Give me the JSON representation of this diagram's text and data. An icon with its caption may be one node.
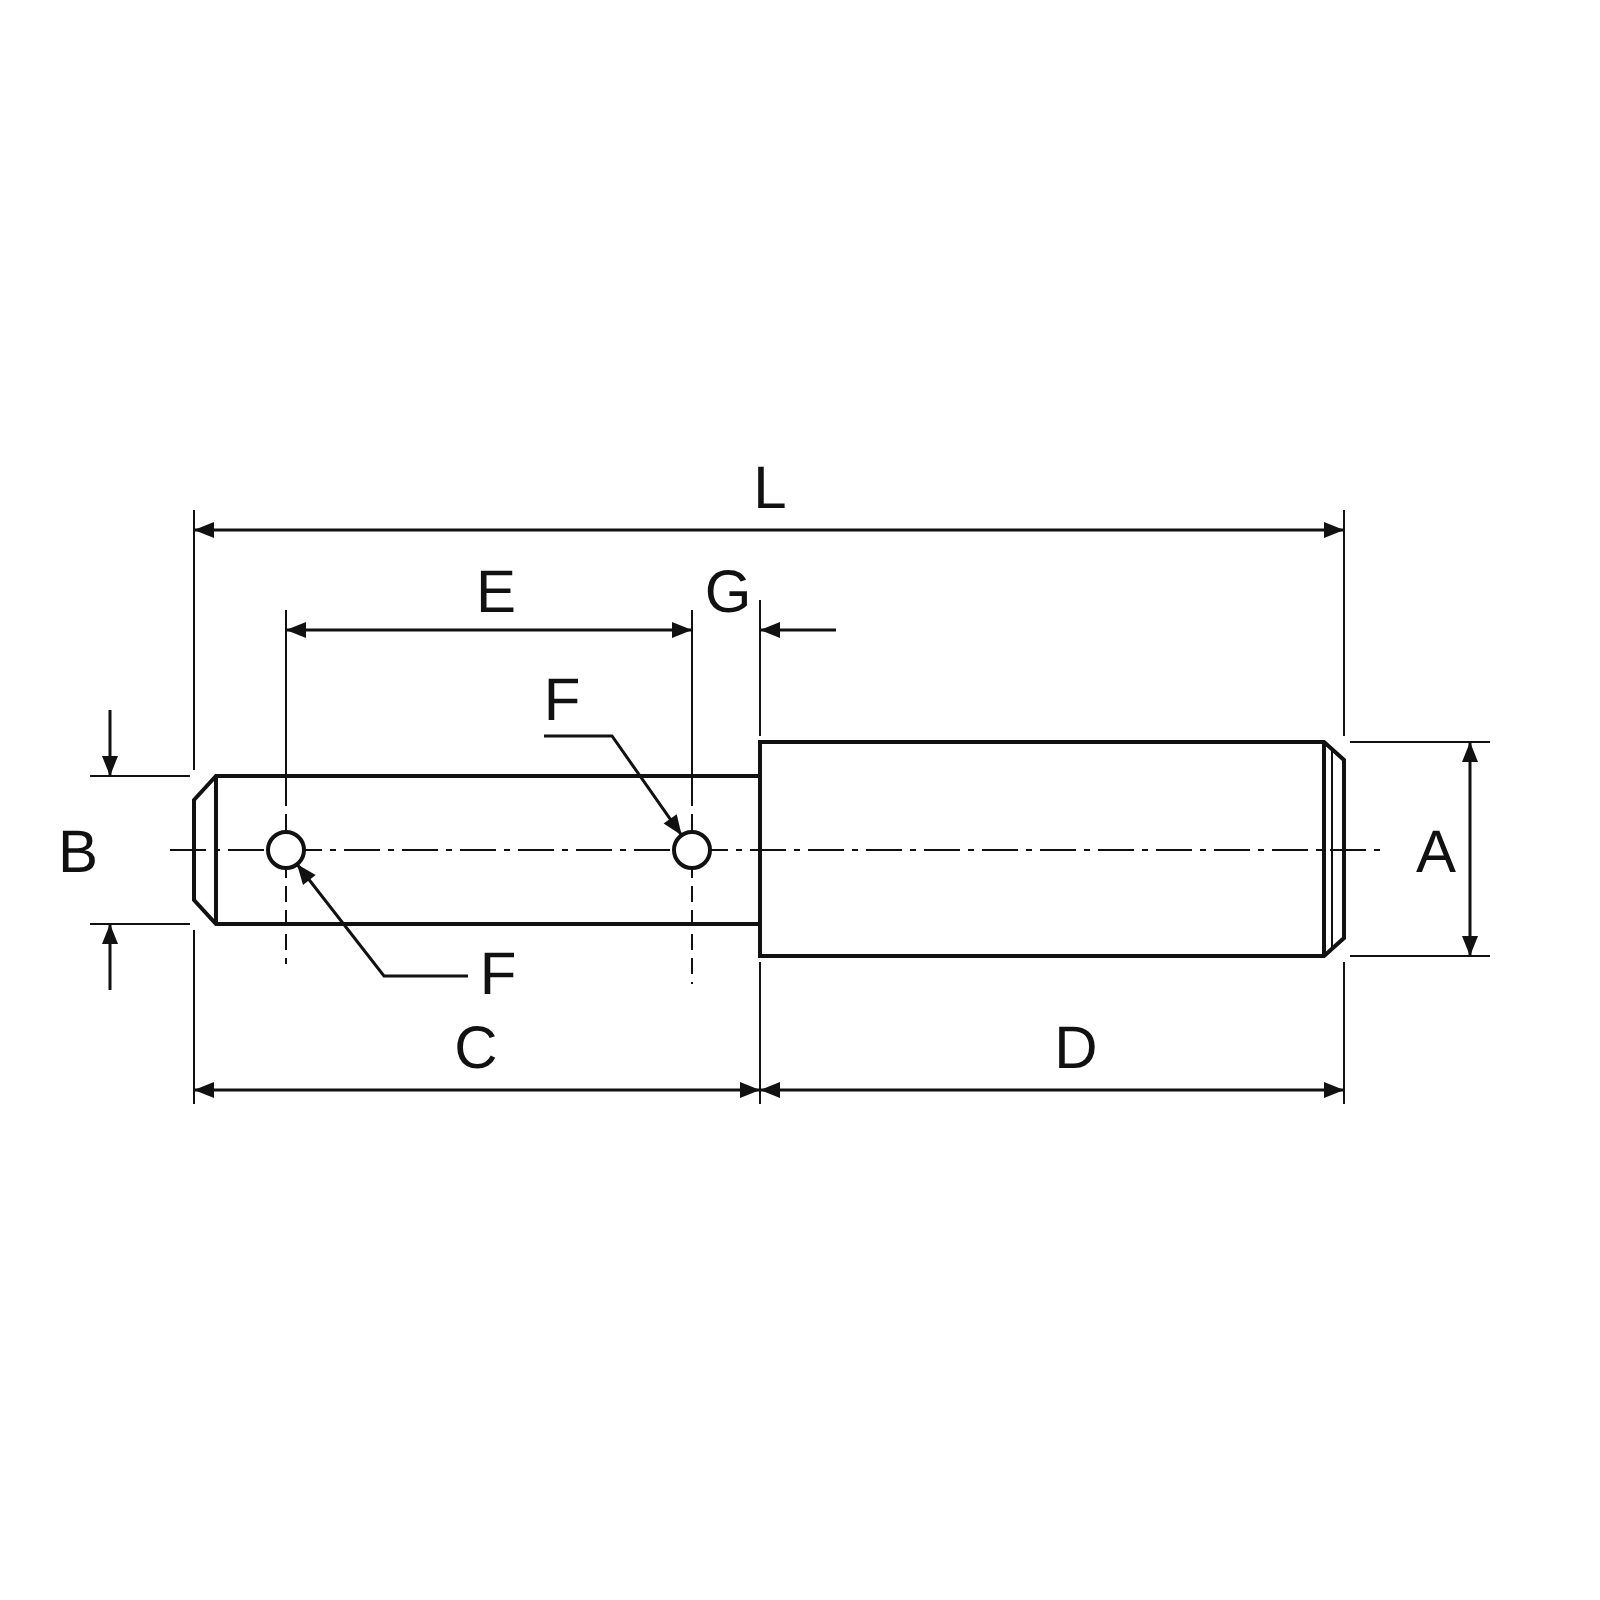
{
  "diagram": {
    "nodes": [
      {
        "text": [
          "F"
        ]
      },
      {
        "text": [],
        "shape": "circle"
      },
      {
        "text": [],
        "shape": "circle"
      },
      {
        "text": [
          "F"
        ]
      }
    ],
    "edges": [
      {
        "from": 0,
        "to": 2,
        "arrow": "to"
      },
      {
        "from": 3,
        "to": 1,
        "arrow": "to"
      }
    ],
    "labels": [
      "L",
      "E",
      "G",
      "B",
      "A",
      "C",
      "D"
    ]
  }
}
